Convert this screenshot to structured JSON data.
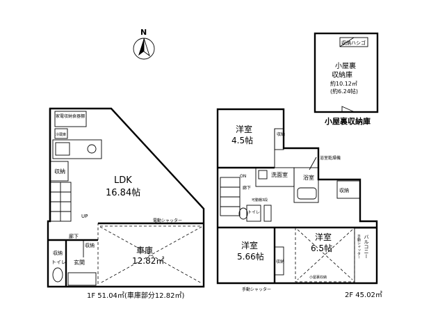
{
  "compass": {
    "label": "N"
  },
  "first_floor": {
    "ldk": {
      "name": "LDK",
      "area": "16.84帖"
    },
    "garage": {
      "name": "車庫",
      "area": "12.82㎡"
    },
    "kitchen_labels": [
      "家電収納",
      "食器棚",
      "冷蔵庫"
    ],
    "storage": "収納",
    "hall": "廊下",
    "toilet": "トイレ",
    "entrance": "玄関",
    "up": "UP",
    "shutter": "電動シャッター",
    "summary": "1F 51.04㎡(車庫部分12.82㎡)"
  },
  "second_floor": {
    "room_north": {
      "name": "洋室",
      "area": "4.5帖"
    },
    "room_sw": {
      "name": "洋室",
      "area": "5.66帖"
    },
    "room_se": {
      "name": "洋室",
      "area": "6.5帖"
    },
    "washroom": "洗面室",
    "bath": "浴室",
    "bath_dryer": "浴室乾燥機",
    "toilet": "トイレ",
    "storage": "収納",
    "hall": "廊下",
    "on": "ON",
    "movable_shelf": "可動棚3段",
    "balcony": "バルコニー",
    "shutter_manual": "手動シャッター",
    "shutter_room": "手動シャッター",
    "attic_ladder": "小屋裏収納",
    "summary": "2F 45.02㎡"
  },
  "attic": {
    "name": "小屋裏",
    "sub": "収納庫",
    "area_m2": "約10.12㎡",
    "area_jo": "(約6.24帖)",
    "ladder": "収納ハシゴ",
    "caption": "小屋裏収納庫"
  }
}
